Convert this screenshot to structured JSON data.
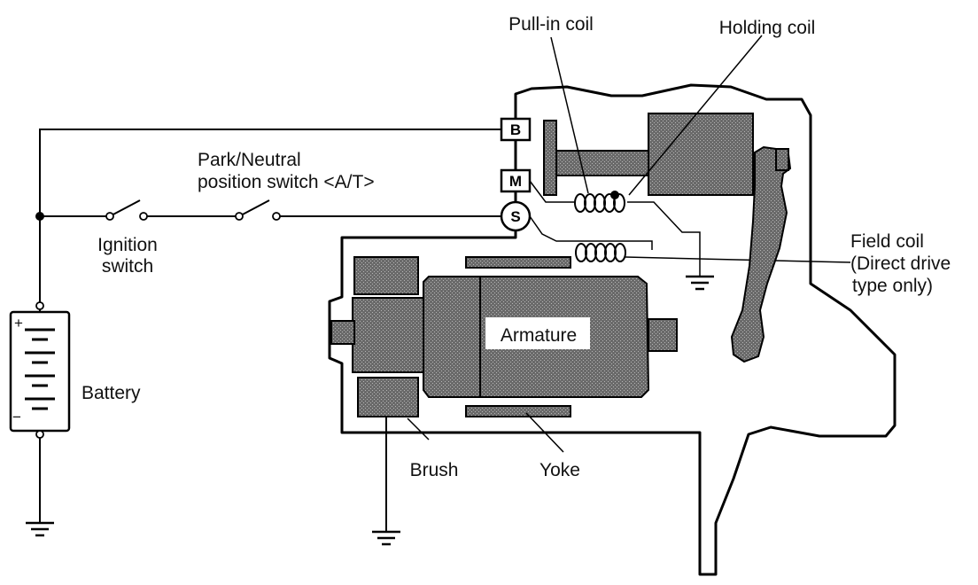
{
  "labels": {
    "pull_in_coil": "Pull-in coil",
    "holding_coil": "Holding coil",
    "park_neutral_line1": "Park/Neutral",
    "park_neutral_line2": "position switch <A/T>",
    "ignition_line1": "Ignition",
    "ignition_line2": "switch",
    "field_coil_line1": "Field coil",
    "field_coil_line2": "(Direct drive",
    "field_coil_line3": "type only)",
    "armature": "Armature",
    "battery": "Battery",
    "brush": "Brush",
    "yoke": "Yoke"
  },
  "terminals": {
    "b": "B",
    "m": "M",
    "s": "S"
  },
  "battery_polarity": {
    "plus": "+",
    "minus": "−"
  },
  "colors": {
    "line": "#000000",
    "fill": "#555555",
    "background": "#ffffff"
  }
}
